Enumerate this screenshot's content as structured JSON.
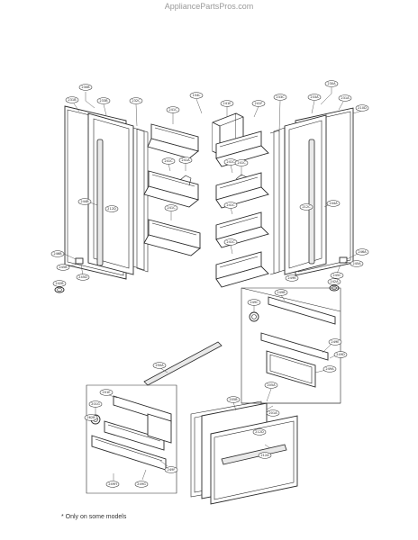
{
  "header": {
    "watermark": "AppliancePartsPros.com"
  },
  "footnote": "* Only on some models",
  "callouts": [
    {
      "id": "c-230b",
      "label": "230B"
    },
    {
      "id": "c-231b",
      "label": "231B"
    },
    {
      "id": "c-233b",
      "label": "233B"
    },
    {
      "id": "c-232c-l",
      "label": "232C"
    },
    {
      "id": "c-154l",
      "label": "154L"
    },
    {
      "id": "c-241e-top",
      "label": "241E"
    },
    {
      "id": "c-241f",
      "label": "241F"
    },
    {
      "id": "c-241c-1",
      "label": "241C"
    },
    {
      "id": "c-241c-2",
      "label": "241C"
    },
    {
      "id": "c-241a",
      "label": "241A"
    },
    {
      "id": "c-241c-3",
      "label": "241C"
    },
    {
      "id": "c-230a-top",
      "label": "230A"
    },
    {
      "id": "c-233c",
      "label": "233C"
    },
    {
      "id": "c-233a",
      "label": "233A"
    },
    {
      "id": "c-231a",
      "label": "231A"
    },
    {
      "id": "c-210d",
      "label": "210D"
    },
    {
      "id": "c-241c-4",
      "label": "241C"
    },
    {
      "id": "c-241c-5",
      "label": "241C"
    },
    {
      "id": "c-241c-6",
      "label": "241C"
    },
    {
      "id": "c-241c-7",
      "label": "241C"
    },
    {
      "id": "c-244b",
      "label": "244B"
    },
    {
      "id": "c-212d",
      "label": "212D"
    },
    {
      "id": "c-212c",
      "label": "212C"
    },
    {
      "id": "c-244a",
      "label": "244A"
    },
    {
      "id": "c-246b",
      "label": "246B"
    },
    {
      "id": "c-245b",
      "label": "245B"
    },
    {
      "id": "c-245d",
      "label": "245D"
    },
    {
      "id": "c-242b",
      "label": "242B"
    },
    {
      "id": "c-246a",
      "label": "246A"
    },
    {
      "id": "c-245a",
      "label": "245A"
    },
    {
      "id": "c-245c",
      "label": "245C"
    },
    {
      "id": "c-242a",
      "label": "242A"
    },
    {
      "id": "c-249c",
      "label": "249C"
    },
    {
      "id": "c-249b",
      "label": "249B"
    },
    {
      "id": "c-249e",
      "label": "249E"
    },
    {
      "id": "c-249d",
      "label": "249D"
    },
    {
      "id": "c-249a",
      "label": "249A"
    },
    {
      "id": "c-249k",
      "label": "249K"
    },
    {
      "id": "c-201e",
      "label": "201E"
    },
    {
      "id": "c-250a",
      "label": "250A"
    },
    {
      "id": "c-205a",
      "label": "205A"
    },
    {
      "id": "c-205b",
      "label": "205B"
    },
    {
      "id": "c-201g",
      "label": "201G"
    },
    {
      "id": "c-262b",
      "label": "262B"
    },
    {
      "id": "c-201a",
      "label": "201A"
    },
    {
      "id": "c-212d-b",
      "label": "212D"
    },
    {
      "id": "c-212a",
      "label": "212A"
    },
    {
      "id": "c-249f",
      "label": "249F"
    },
    {
      "id": "c-249g",
      "label": "249G"
    },
    {
      "id": "c-249h",
      "label": "249H"
    }
  ]
}
